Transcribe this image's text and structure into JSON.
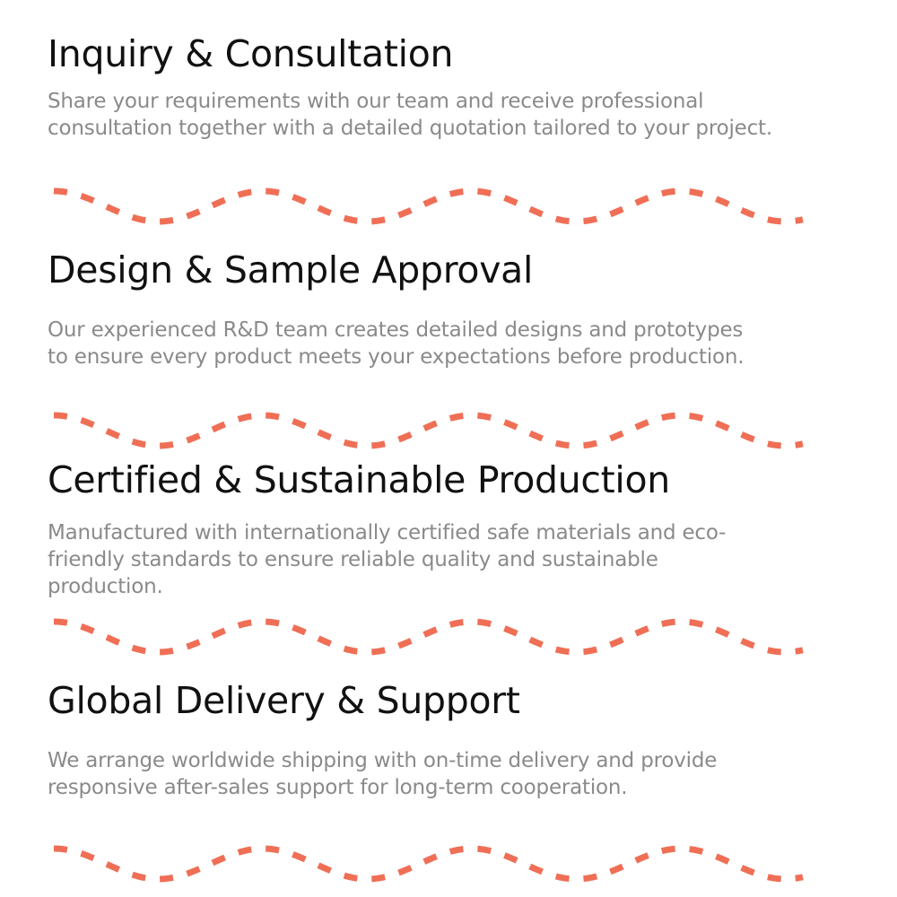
{
  "accent_color": "#EF6F56",
  "sections": [
    {
      "title": "Inquiry & Consultation",
      "description_lines": [
        "Share your requirements with our team and receive professional",
        "consultation together with a detailed quotation tailored to your project."
      ]
    },
    {
      "title": "Design & Sample Approval",
      "description_lines": [
        "Our experienced R&D team creates detailed designs and prototypes",
        "to ensure every product meets your expectations before production."
      ]
    },
    {
      "title": "Certified & Sustainable Production",
      "description_lines": [
        "Manufactured with internationally certified safe materials and eco-",
        "friendly standards to ensure reliable quality and sustainable",
        "production."
      ]
    },
    {
      "title": "Global Delivery & Support",
      "description_lines": [
        "We arrange worldwide shipping with on-time delivery and provide",
        "responsive after-sales support for long-term cooperation."
      ]
    }
  ]
}
